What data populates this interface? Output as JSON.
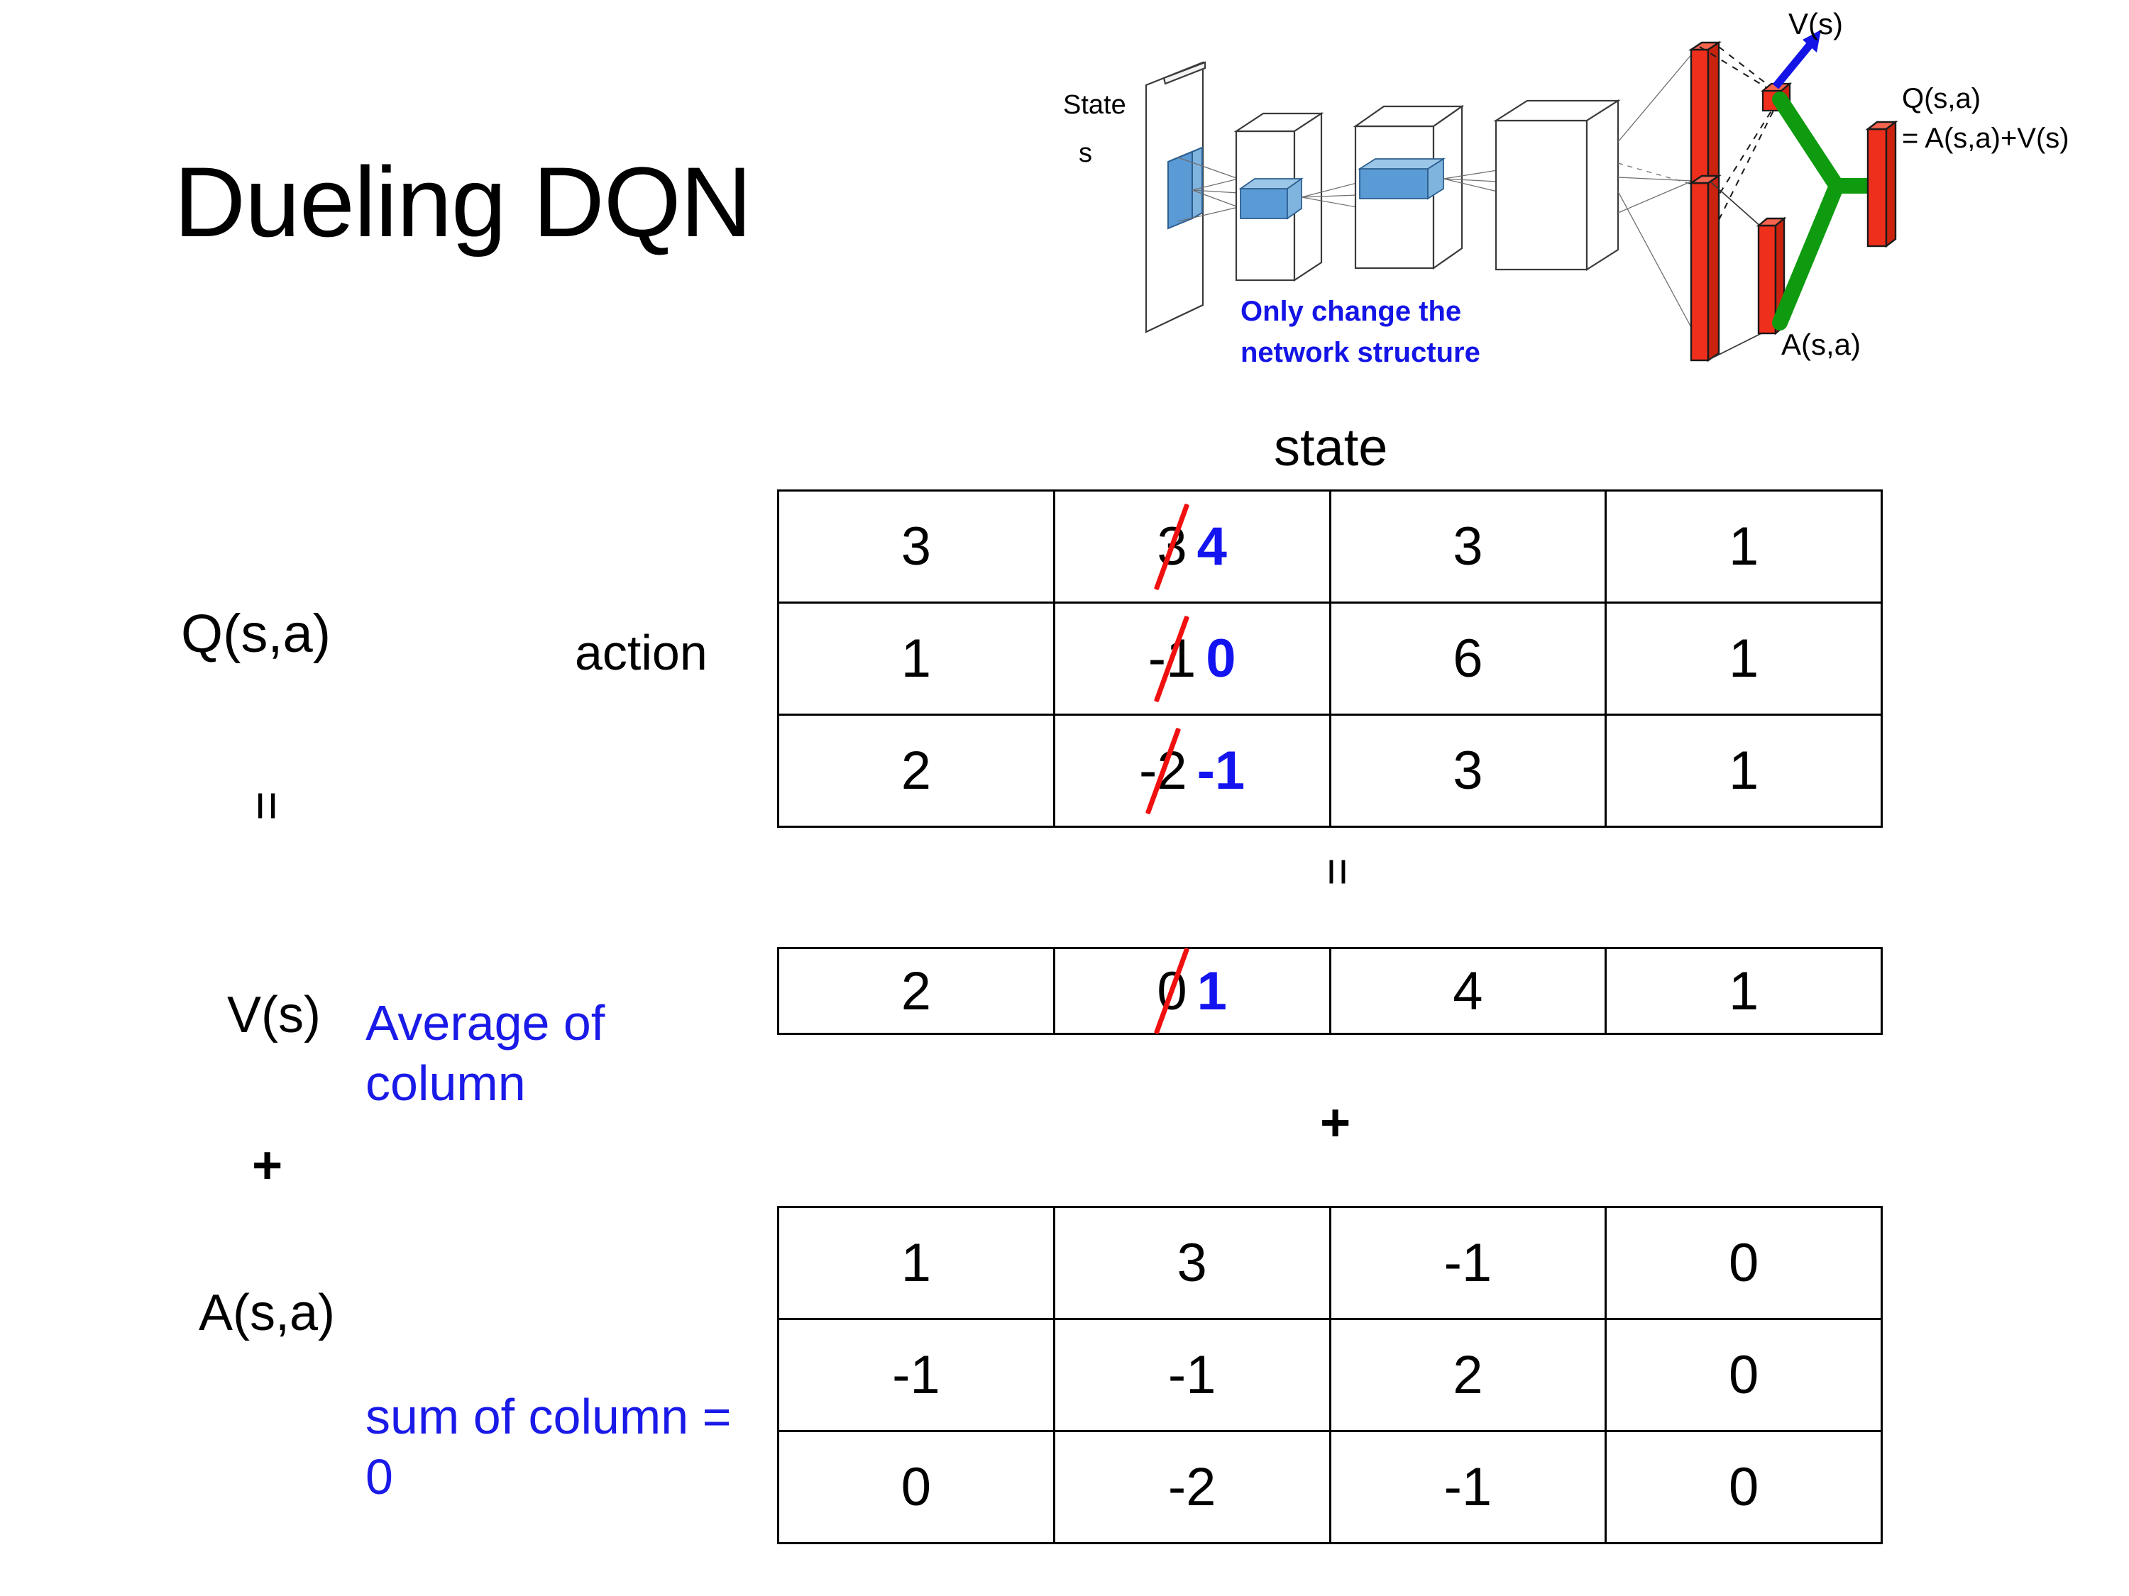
{
  "slide": {
    "title": "Dueling DQN"
  },
  "diagram": {
    "input_label_line1": "State",
    "input_label_line2": "s",
    "note_line1": "Only change the",
    "note_line2": "network structure",
    "value_label": "V(s)",
    "advantage_label": "A(s,a)",
    "output_label_line1": "Q(s,a)",
    "output_label_line2": "= A(s,a)+V(s)",
    "colors": {
      "note": "#1414e6",
      "arrow": "#1414e6",
      "bar": "#ee2f1c",
      "combine": "#0f9b0f",
      "conv": "#5b9bd5"
    }
  },
  "labels": {
    "q_label": "Q(s,a)",
    "action_label": "action",
    "state_label": "state",
    "v_label": "V(s)",
    "a_label": "A(s,a)",
    "equals_1": "=",
    "equals_2": "=",
    "plus_left": "+",
    "plus_mid": "+",
    "average_note": "Average of column",
    "sum_note": "sum of column = 0",
    "note_color": "#1a1ae8"
  },
  "chart_data": {
    "type": "table",
    "title": "Dueling DQN  Q(s,a) = V(s) + A(s,a)",
    "tables": [
      {
        "name": "Q(s,a)",
        "row_axis": "action",
        "column_axis": "state",
        "rows": 3,
        "columns": 4,
        "values": [
          [
            "3",
            "3",
            "3",
            "1"
          ],
          [
            "1",
            "-1",
            "6",
            "1"
          ],
          [
            "2",
            "-2",
            "3",
            "1"
          ]
        ],
        "corrections": [
          {
            "row": 0,
            "col": 1,
            "old": "3",
            "new": "4"
          },
          {
            "row": 1,
            "col": 1,
            "old": "-1",
            "new": "0"
          },
          {
            "row": 2,
            "col": 1,
            "old": "-2",
            "new": "-1"
          }
        ]
      },
      {
        "name": "V(s)",
        "rows": 1,
        "columns": 4,
        "values": [
          [
            "2",
            "0",
            "4",
            "1"
          ]
        ],
        "corrections": [
          {
            "row": 0,
            "col": 1,
            "old": "0",
            "new": "1"
          }
        ]
      },
      {
        "name": "A(s,a)",
        "rows": 3,
        "columns": 4,
        "values": [
          [
            "1",
            "3",
            "-1",
            "0"
          ],
          [
            "-1",
            "-1",
            "2",
            "0"
          ],
          [
            "0",
            "-2",
            "-1",
            "0"
          ]
        ],
        "corrections": []
      }
    ]
  }
}
